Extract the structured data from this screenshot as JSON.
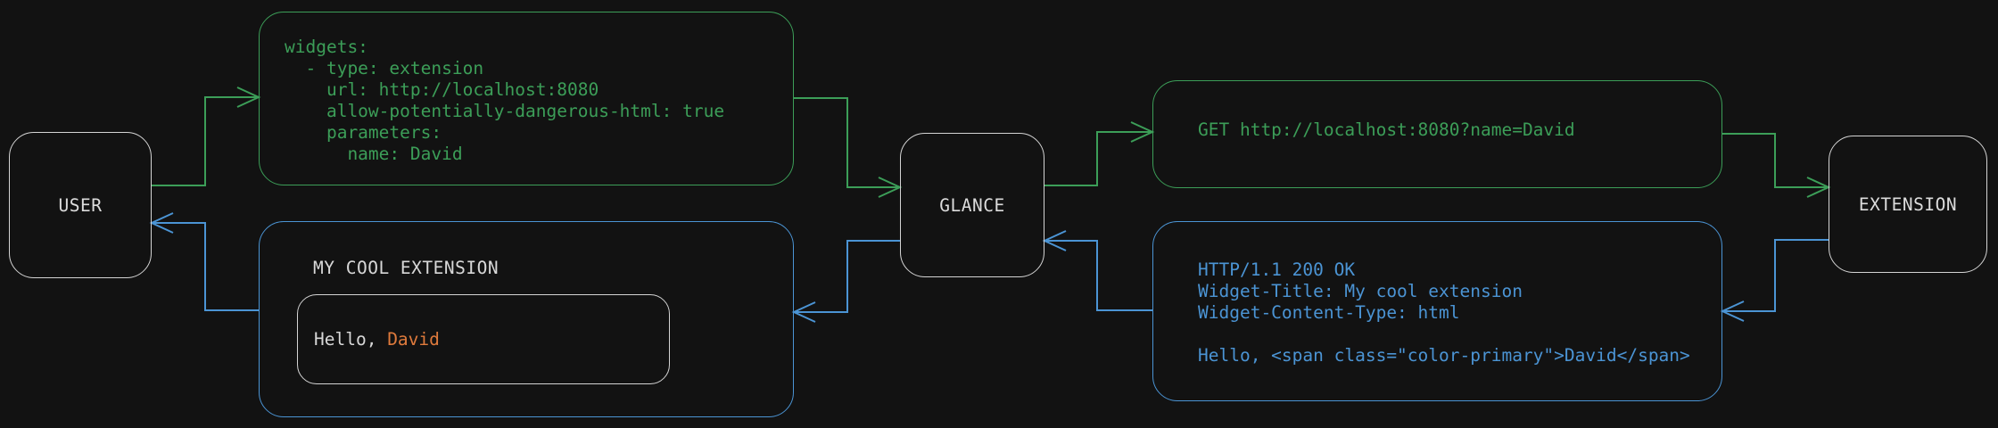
{
  "colors": {
    "background": "#121212",
    "green_accent": "#3c9e58",
    "blue_accent": "#4b94d4",
    "node_border": "#d4d4d4",
    "text_light": "#d8d8d8",
    "orange_accent": "#df7a3c"
  },
  "nodes": {
    "user": {
      "label": "USER"
    },
    "glance": {
      "label": "GLANCE"
    },
    "extension": {
      "label": "EXTENSION"
    }
  },
  "config_box": {
    "lines": [
      "widgets:",
      "  - type: extension",
      "    url: http://localhost:8080",
      "    allow-potentially-dangerous-html: true",
      "    parameters:",
      "      name: David"
    ]
  },
  "request_box": {
    "lines": [
      "GET http://localhost:8080?name=David"
    ]
  },
  "response_box": {
    "lines": [
      "HTTP/1.1 200 OK",
      "Widget-Title: My cool extension",
      "Widget-Content-Type: html",
      "",
      "Hello, <span class=\"color-primary\">David</span>"
    ]
  },
  "widget_box": {
    "title": "MY COOL EXTENSION",
    "greeting_prefix": "Hello, ",
    "greeting_name": "David"
  },
  "edges": [
    {
      "from": "user",
      "to": "config_box",
      "color": "green"
    },
    {
      "from": "config_box",
      "to": "glance",
      "color": "green"
    },
    {
      "from": "glance",
      "to": "request_box",
      "color": "green"
    },
    {
      "from": "request_box",
      "to": "extension",
      "color": "green"
    },
    {
      "from": "extension",
      "to": "response_box",
      "color": "blue"
    },
    {
      "from": "response_box",
      "to": "glance",
      "color": "blue"
    },
    {
      "from": "glance",
      "to": "widget_box",
      "color": "blue"
    },
    {
      "from": "widget_box",
      "to": "user",
      "color": "blue"
    }
  ]
}
